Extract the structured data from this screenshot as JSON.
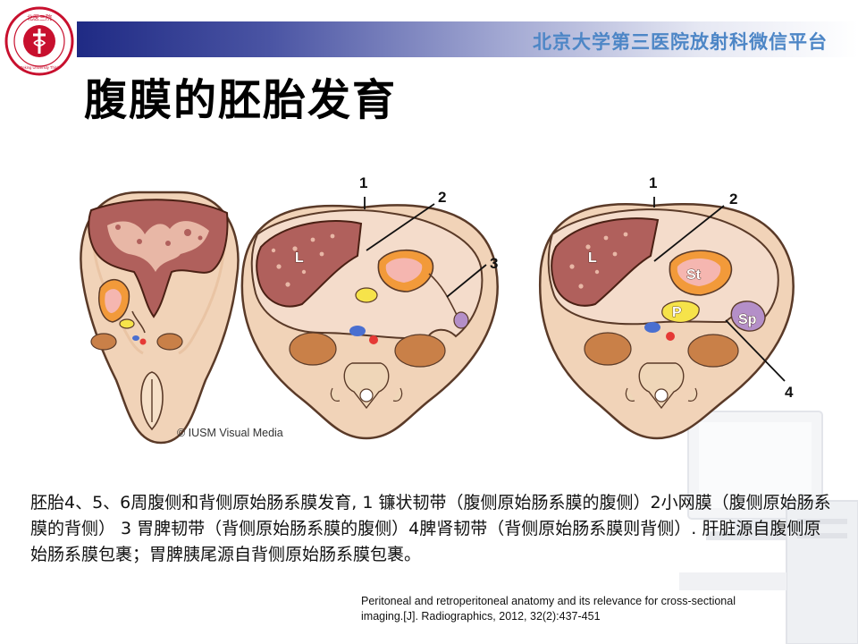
{
  "header": {
    "platform_name": "北京大学第三医院放射科微信平台",
    "logo_text": "北京大学第三医院",
    "logo_subtext": "Peking University Third Hospital"
  },
  "slide": {
    "title": "腹膜的胚胎发育"
  },
  "diagram": {
    "copyright": "© IUSM Visual Media",
    "middle_labels": {
      "n1": "1",
      "n2": "2",
      "n3": "3",
      "liver": "L"
    },
    "right_labels": {
      "n1": "1",
      "n2": "2",
      "n4": "4",
      "liver": "L",
      "stomach": "St",
      "pancreas": "P",
      "spleen": "Sp"
    }
  },
  "caption": {
    "text": "胚胎4、5、6周腹侧和背侧原始肠系膜发育, 1 镰状韧带（腹侧原始肠系膜的腹侧）2小网膜（腹侧原始肠系膜的背侧） 3 胃脾韧带（背侧原始肠系膜的腹侧）4脾肾韧带（背侧原始肠系膜则背侧）. 肝脏源自腹侧原始肠系膜包裹；胃脾胰尾源自背侧原始肠系膜包裹。",
    "reference": "Peritoneal and retroperitoneal anatomy and its relevance for cross-sectional imaging.[J]. Radiographics, 2012, 32(2):437-451"
  },
  "colors": {
    "header_gradient_start": "#1f2a84",
    "header_text": "#4d86c6",
    "logo_red": "#c8102e",
    "body_outline": "#5a3a28",
    "tissue": "#f1d3b8",
    "liver": "#b0605c",
    "liver_light": "#e8b7a6",
    "stomach_outer": "#f29a3a",
    "stomach_inner": "#f5b6b0",
    "pancreas": "#f6e34a",
    "spleen": "#b48fc8",
    "kidney": "#c98048",
    "vertebra": "#efd6b8",
    "aorta": "#e53935",
    "vein": "#4a6fd0"
  }
}
